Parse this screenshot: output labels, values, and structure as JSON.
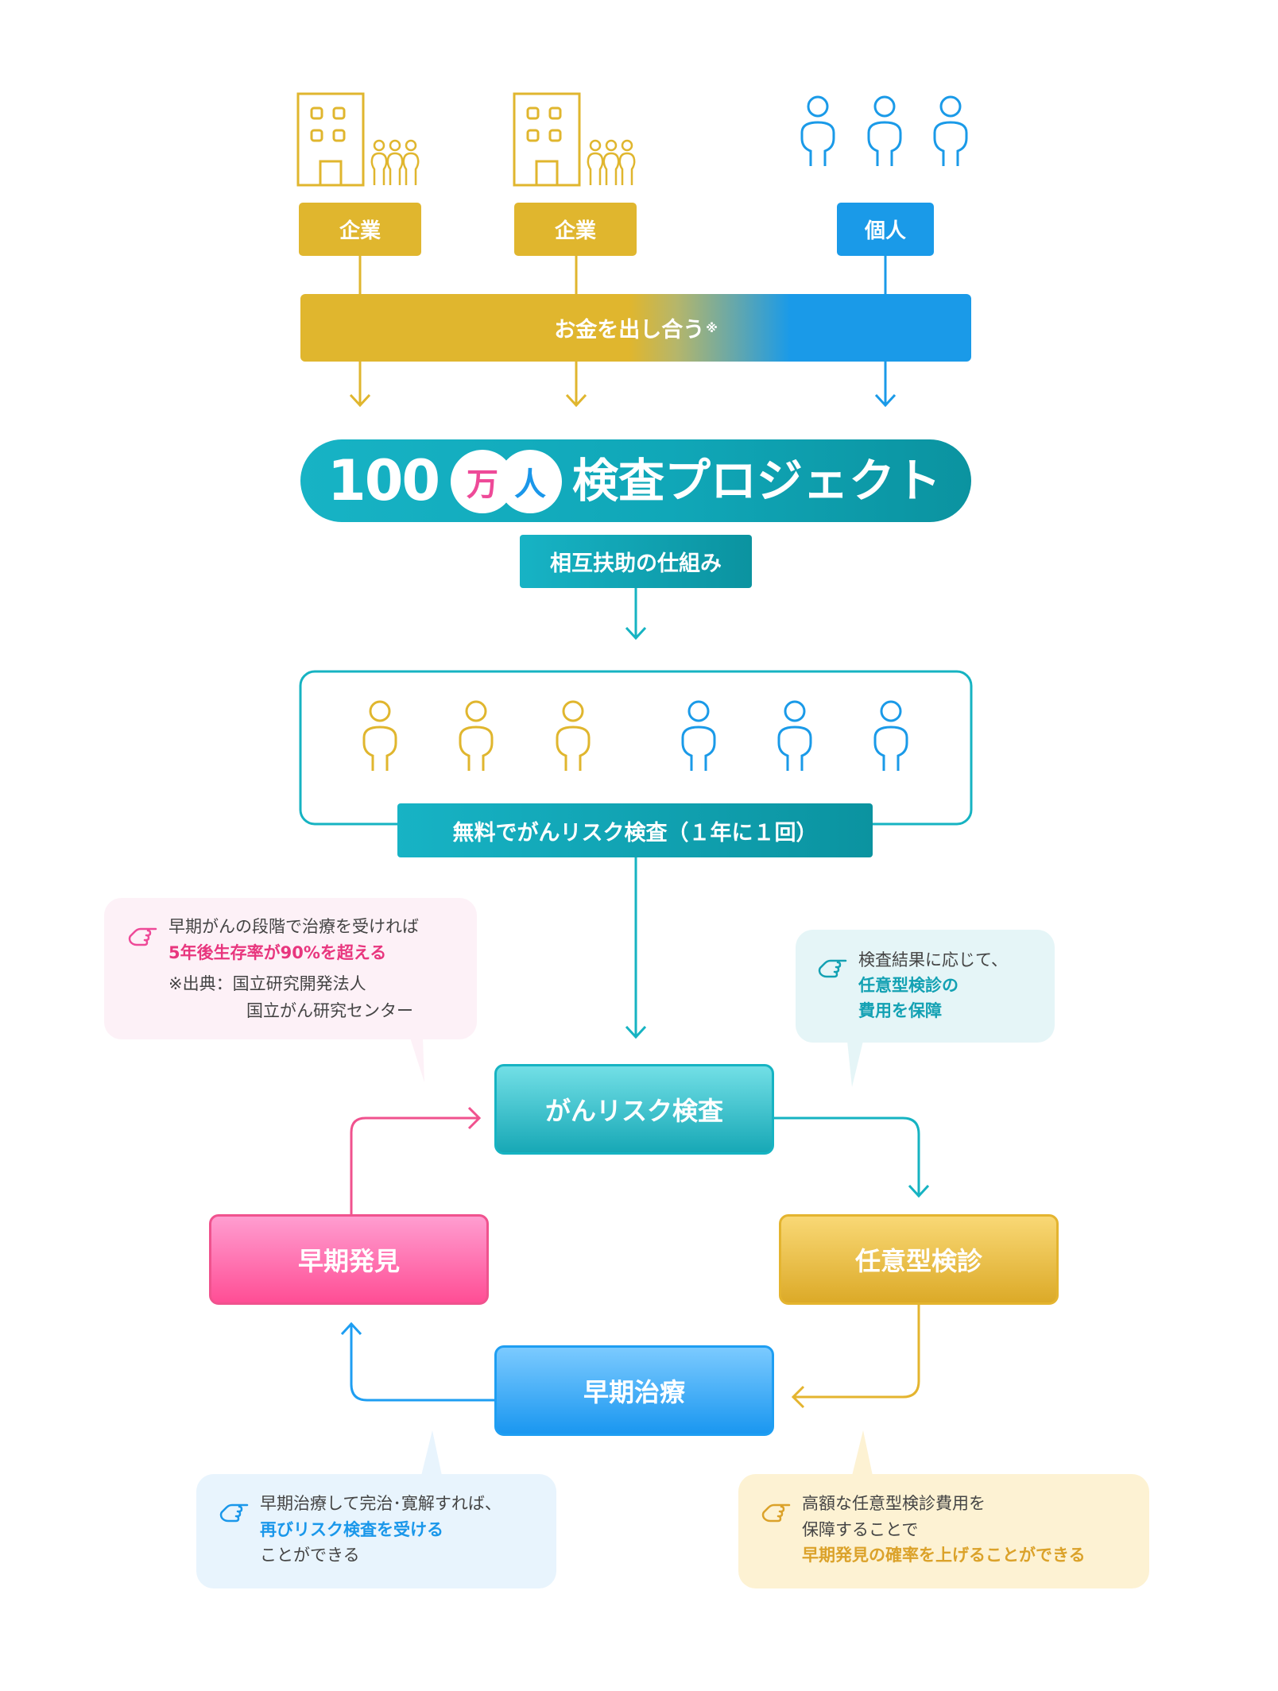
{
  "contributors": {
    "company_1": "企業",
    "company_2": "企業",
    "individual": "個人"
  },
  "funding": {
    "label": "お金を出し合う",
    "note_mark": "※"
  },
  "project": {
    "num": "100",
    "man": "万",
    "nin": "人",
    "title": "検査プロジェクト",
    "subtitle": "相互扶助の仕組み"
  },
  "free_test": "無料でがんリスク検査（１年に１回）",
  "cycle": {
    "check": "がんリスク検査",
    "optional": "任意型検診",
    "treatment": "早期治療",
    "discovery": "早期発見"
  },
  "notes": {
    "discovery": {
      "line1": "早期がんの段階で治療を受ければ",
      "line2": "5年後生存率が90%を超える",
      "line3": "※出典：国立研究開発法人",
      "line4": "国立がん研究センター"
    },
    "checkup": {
      "line1": "検査結果に応じて、",
      "line2": "任意型検診の",
      "line3": "費用を保障"
    },
    "treatment": {
      "line1": "早期治療して完治･寛解すれば、",
      "line2": "再びリスク検査を受ける",
      "line3": "ことができる"
    },
    "optional": {
      "line1": "高額な任意型検診費用を",
      "line2": "保障することで",
      "line3": "早期発見の確率を上げることができる"
    }
  },
  "colors": {
    "gold": "#e0b62e",
    "blue": "#1a9ae8",
    "teal": "#16b3c2",
    "pink": "#f0528e"
  },
  "icons": [
    "building-icon",
    "people-icon",
    "person-icon",
    "pointing-hand-icon",
    "arrow-icon"
  ]
}
